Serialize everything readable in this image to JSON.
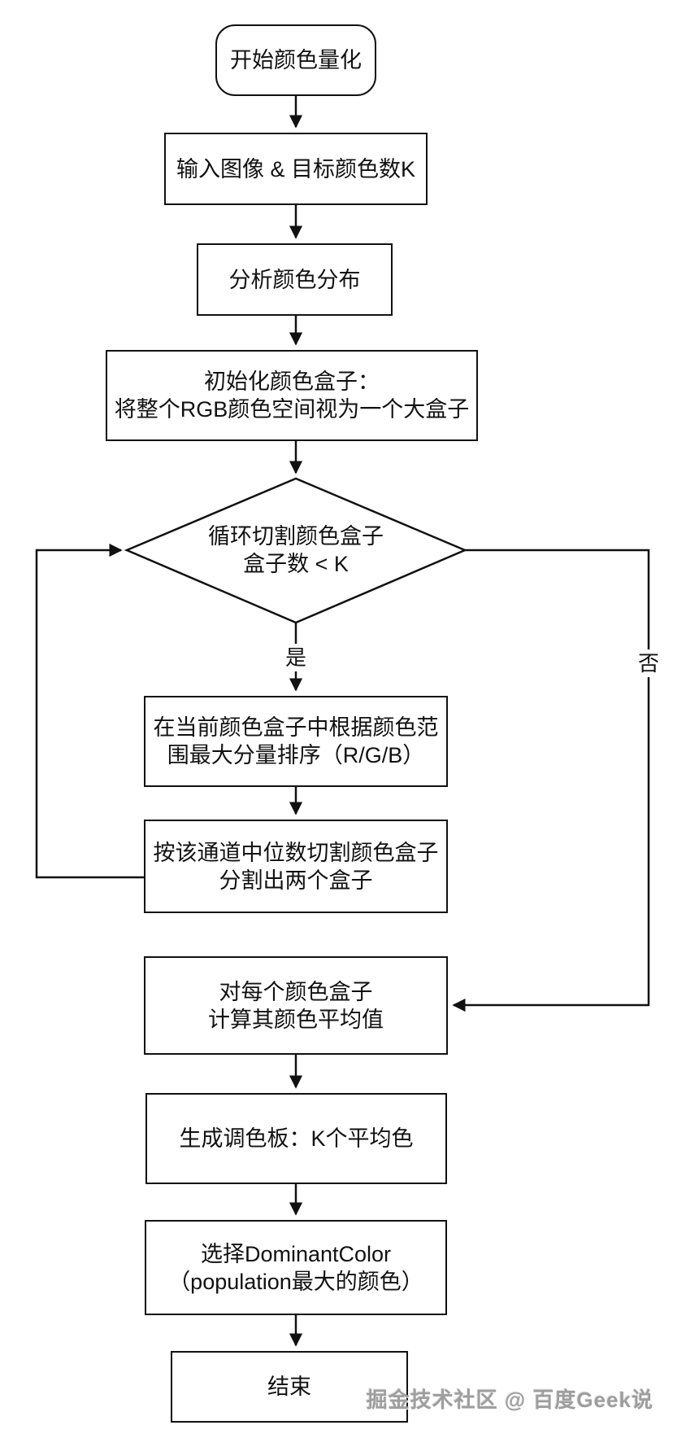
{
  "nodes": {
    "start": {
      "label": "开始颜色量化"
    },
    "input": {
      "label": "输入图像 & 目标颜色数K"
    },
    "analyze": {
      "label": "分析颜色分布"
    },
    "init": {
      "line1": "初始化颜色盒子：",
      "line2": "将整个RGB颜色空间视为一个大盒子"
    },
    "loop": {
      "line1": "循环切割颜色盒子",
      "line2": "盒子数 < K"
    },
    "sort": {
      "line1": "在当前颜色盒子中根据颜色范",
      "line2": "围最大分量排序（R/G/B）"
    },
    "split": {
      "line1": "按该通道中位数切割颜色盒子",
      "line2": "分割出两个盒子"
    },
    "average": {
      "line1": "对每个颜色盒子",
      "line2": "计算其颜色平均值"
    },
    "palette": {
      "label": "生成调色板：K个平均色"
    },
    "dominant": {
      "line1": "选择DominantColor",
      "line2": "（population最大的颜色）"
    },
    "end": {
      "label": "结束"
    }
  },
  "edge_labels": {
    "yes": "是",
    "no": "否"
  },
  "watermark": "掘金技术社区 @ 百度Geek说",
  "colors": {
    "stroke": "#111111",
    "background": "#ffffff",
    "watermark_gray": "#9e9e9e"
  }
}
